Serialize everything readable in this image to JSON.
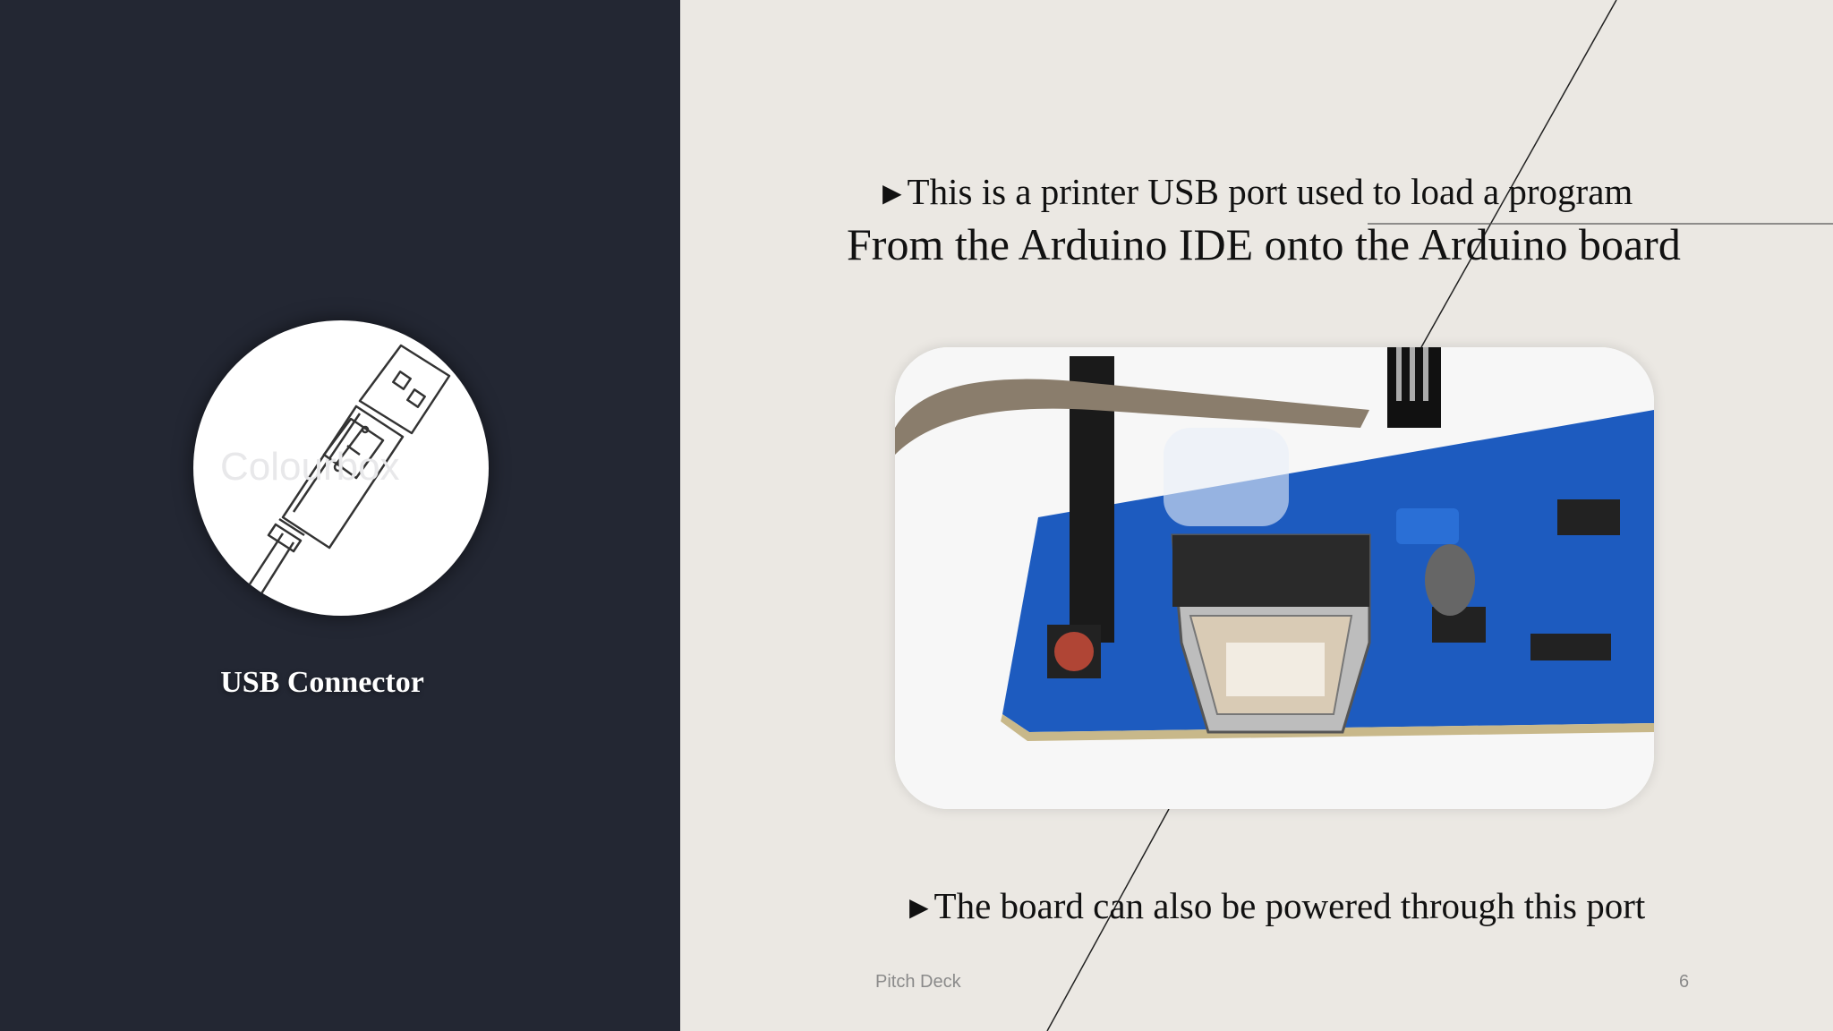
{
  "slide": {
    "caption": "USB Connector",
    "bullet_1_line_1": "This is a printer USB port used to load a program",
    "bullet_1_line_2": "From the Arduino IDE onto the Arduino board",
    "bullet_2": "The board can also be powered through this port",
    "footer_label": "Pitch Deck",
    "page_number": "6",
    "bullet_glyph": "▶"
  },
  "icons": {
    "usb_icon": "usb-plug-icon",
    "photo": "arduino-usb-port-photo"
  },
  "colors": {
    "left_panel": "#232733",
    "background": "#ebe8e3",
    "board_blue": "#1d5bbf",
    "text": "#111111"
  }
}
